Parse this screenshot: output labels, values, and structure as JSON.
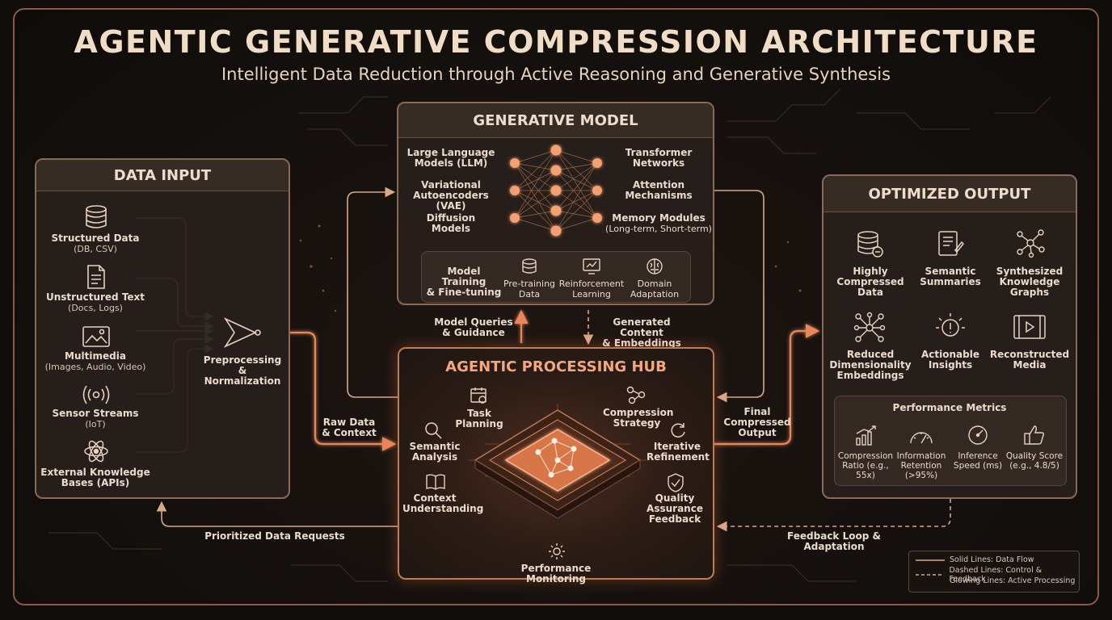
{
  "title": "AGENTIC GENERATIVE COMPRESSION ARCHITECTURE",
  "subtitle": "Intelligent Data Reduction through Active Reasoning and Generative Synthesis",
  "data_input": {
    "header": "DATA INPUT",
    "items": [
      {
        "label": "Structured Data",
        "sub": "(DB, CSV)",
        "icon": "database-icon"
      },
      {
        "label": "Unstructured Text",
        "sub": "(Docs, Logs)",
        "icon": "document-icon"
      },
      {
        "label": "Multimedia",
        "sub": "(Images, Audio, Video)",
        "icon": "image-icon"
      },
      {
        "label": "Sensor Streams",
        "sub": "(IoT)",
        "icon": "signal-icon"
      },
      {
        "label": "External Knowledge",
        "sub": "Bases (APIs)",
        "icon": "atom-icon"
      }
    ],
    "preprocessing": {
      "line1": "Preprocessing",
      "line2": "& Normalization"
    }
  },
  "generative_model": {
    "header": "GENERATIVE MODEL",
    "left": [
      {
        "line1": "Large Language",
        "line2": "Models (LLM)"
      },
      {
        "line1": "Variational",
        "line2": "Autoencoders (VAE)"
      },
      {
        "line1": "Diffusion",
        "line2": "Models"
      }
    ],
    "right": [
      {
        "line1": "Transformer",
        "line2": "Networks"
      },
      {
        "line1": "Attention",
        "line2": "Mechanisms"
      },
      {
        "line1": "Memory Modules",
        "line2": "(Long-term, Short-term)"
      }
    ],
    "training": {
      "title_line1": "Model Training",
      "title_line2": "& Fine-tuning",
      "items": [
        {
          "line1": "Pre-training",
          "line2": "Data"
        },
        {
          "line1": "Reinforcement",
          "line2": "Learning"
        },
        {
          "line1": "Domain",
          "line2": "Adaptation"
        }
      ]
    }
  },
  "hub": {
    "header": "AGENTIC PROCESSING HUB",
    "task_planning": "Task Planning",
    "compression_strategy": {
      "line1": "Compression",
      "line2": "Strategy"
    },
    "semantic_analysis": {
      "line1": "Semantic",
      "line2": "Analysis"
    },
    "iterative_refinement": {
      "line1": "Iterative",
      "line2": "Refinement"
    },
    "context_understanding": {
      "line1": "Context",
      "line2": "Understanding"
    },
    "quality_assurance": {
      "line1": "Quality Assurance",
      "line2": "Feedback"
    },
    "performance_monitoring": "Performance Monitoring"
  },
  "flows": {
    "model_queries": {
      "line1": "Model Queries",
      "line2": "& Guidance"
    },
    "generated_content": {
      "line1": "Generated Content",
      "line2": "& Embeddings"
    },
    "raw_data": {
      "line1": "Raw Data",
      "line2": "& Context"
    },
    "final_output": {
      "line1": "Final",
      "line2": "Compressed",
      "line3": "Output"
    },
    "prioritized_requests": "Prioritized Data Requests",
    "feedback_loop": "Feedback Loop & Adaptation"
  },
  "optimized_output": {
    "header": "OPTIMIZED OUTPUT",
    "items": [
      {
        "line1": "Highly",
        "line2": "Compressed",
        "line3": "Data",
        "icon": "compressed-db-icon"
      },
      {
        "line1": "Semantic",
        "line2": "Summaries",
        "line3": "",
        "icon": "summary-icon"
      },
      {
        "line1": "Synthesized",
        "line2": "Knowledge",
        "line3": "Graphs",
        "icon": "graph-icon"
      },
      {
        "line1": "Reduced",
        "line2": "Dimensionality",
        "line3": "Embeddings",
        "icon": "embedding-icon"
      },
      {
        "line1": "Actionable",
        "line2": "Insights",
        "line3": "",
        "icon": "insight-icon"
      },
      {
        "line1": "Reconstructed",
        "line2": "Media",
        "line3": "",
        "icon": "media-icon"
      }
    ],
    "metrics": {
      "title": "Performance Metrics",
      "items": [
        {
          "line1": "Compression",
          "line2": "Ratio (e.g.,",
          "line3": "55x)",
          "icon": "bar-chart-icon"
        },
        {
          "line1": "Information",
          "line2": "Retention",
          "line3": "(>95%)",
          "icon": "gauge-icon"
        },
        {
          "line1": "Inference",
          "line2": "Speed (ms)",
          "line3": "",
          "icon": "speedometer-icon"
        },
        {
          "line1": "Quality Score",
          "line2": "(e.g., 4.8/5)",
          "line3": "",
          "icon": "thumbs-up-icon"
        }
      ]
    }
  },
  "legend": {
    "solid": "Solid Lines: Data Flow",
    "dashed": "Dashed Lines: Control & Feedback",
    "glowing": "Glowing Lines: Active Processing"
  },
  "colors": {
    "accent": "#e8875a",
    "line": "#d8a887",
    "panel_border": "#8a6a55"
  }
}
